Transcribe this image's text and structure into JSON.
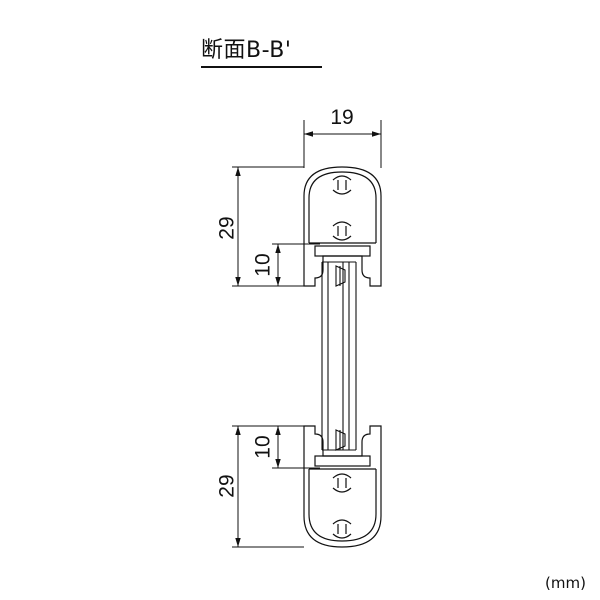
{
  "title": "断面B-B'",
  "unit_label": "(mm)",
  "dimensions": {
    "width": "19",
    "top_height": "29",
    "top_offset": "10",
    "bottom_offset": "10",
    "bottom_height": "29"
  }
}
